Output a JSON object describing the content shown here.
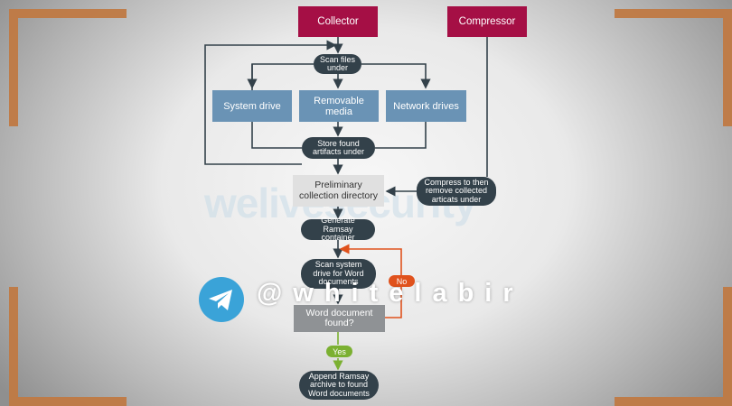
{
  "watermark": "welivesecurity",
  "overlay": {
    "handle": "@whitelabir"
  },
  "nodes": {
    "collector": "Collector",
    "compressor": "Compressor",
    "scan_files": "Scan files under",
    "system_drive": "System drive",
    "removable_media": "Removable media",
    "network_drives": "Network drives",
    "store_found": "Store found artifacts under",
    "preliminary": "Preliminary collection directory",
    "compress": "Compress to then remove collected articats under",
    "generate": "Generate Ramsay container",
    "scan_system": "Scan system drive for Word documents",
    "word_found": "Word document found?",
    "append": "Append Ramsay archive to found Word documents"
  },
  "labels": {
    "no": "No",
    "yes": "Yes"
  },
  "colors": {
    "magenta": "#a50f45",
    "blue": "#6a93b5",
    "dark": "#33414a",
    "no_orange": "#e0521d",
    "yes_green": "#7bb031",
    "bracket": "#c07a44",
    "telegram": "#3aa3d8"
  }
}
